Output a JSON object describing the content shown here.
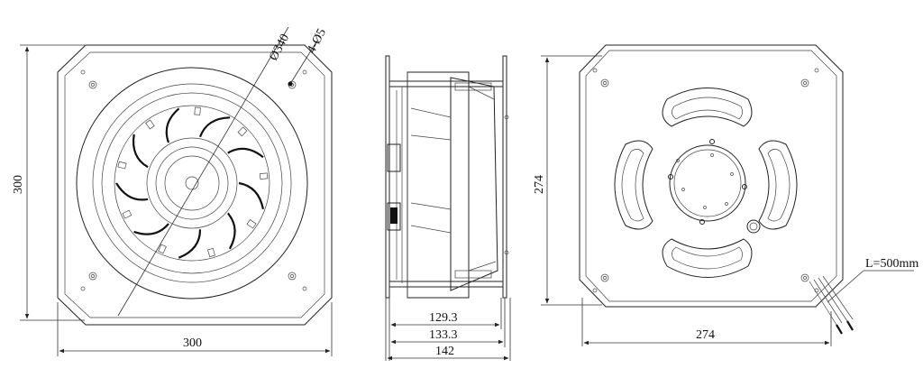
{
  "front_view": {
    "width_label": "300",
    "height_label": "300",
    "diameter_label": "Ø340",
    "holes_label": "4-Ø5"
  },
  "side_view": {
    "depth_1": "129.3",
    "depth_2": "133.3",
    "depth_3": "142"
  },
  "rear_view": {
    "width_label": "274",
    "height_label": "274",
    "cable_label": "L=500mm"
  }
}
